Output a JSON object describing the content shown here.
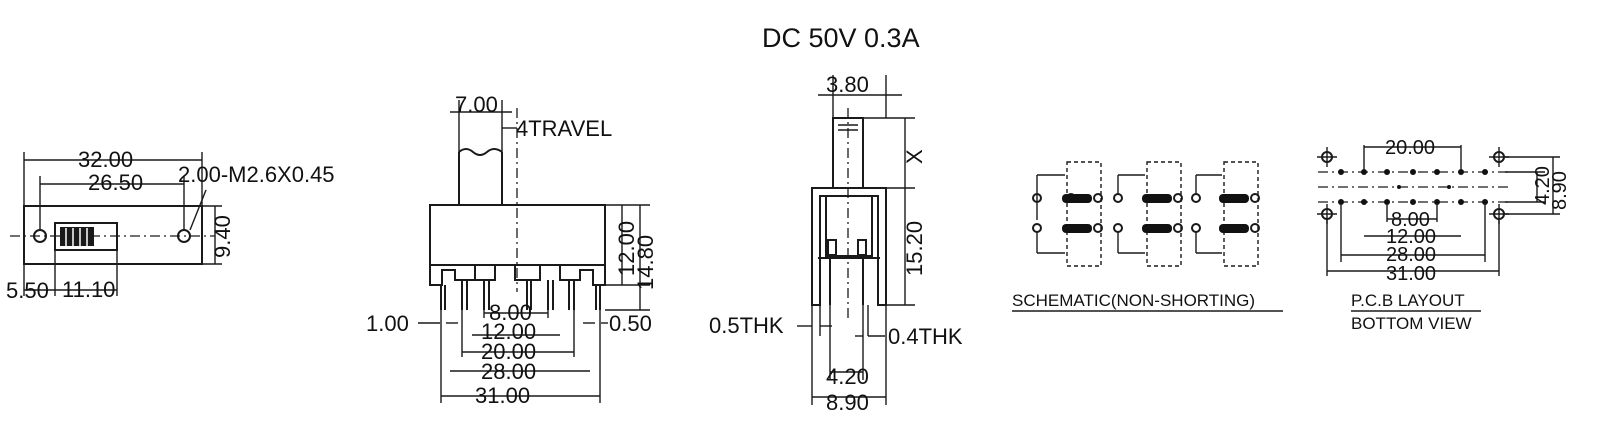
{
  "rating": "DC  50V  0.3A",
  "top_view": {
    "d_32": "32.00",
    "d_26_5": "26.50",
    "d_hole": "2.00-M2.6X0.45",
    "d_9_4": "9.40",
    "d_5_5": "5.50",
    "d_11_1": "11.10"
  },
  "front_view": {
    "d_7": "7.00",
    "travel": "4TRAVEL",
    "d_12": "12.00",
    "d_14_8": "14.80",
    "d_1": "1.00",
    "d_0_5": "0.50",
    "d_8": "8.00",
    "d_12b": "12.00",
    "d_20": "20.00",
    "d_28": "28.00",
    "d_31": "31.00"
  },
  "side_view": {
    "d_3_8": "3.80",
    "d_x": "X",
    "d_15_2": "15.20",
    "thk_05": "0.5THK",
    "thk_04": "0.4THK",
    "d_4_2": "4.20",
    "d_8_9": "8.90"
  },
  "schematic": {
    "label": "SCHEMATIC(NON-SHORTING)"
  },
  "pcb": {
    "d_20": "20.00",
    "d_4_2": "4.20",
    "d_8_9": "8.90",
    "d_8": "8.00",
    "d_12": "12.00",
    "d_28": "28.00",
    "d_31": "31.00",
    "label1": "P.C.B LAYOUT",
    "label2": "BOTTOM VIEW"
  }
}
